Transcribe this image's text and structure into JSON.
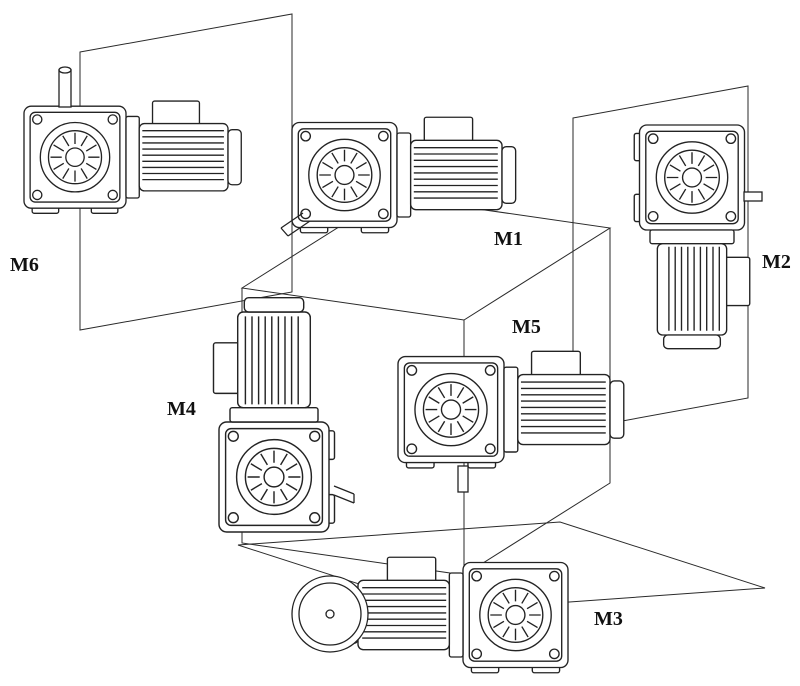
{
  "colors": {
    "background": "#ffffff",
    "line": "#232323",
    "label_text": "#111111"
  },
  "labels": {
    "m1": "M1",
    "m2": "M2",
    "m3": "M3",
    "m4": "M4",
    "m5": "M5",
    "m6": "M6"
  }
}
